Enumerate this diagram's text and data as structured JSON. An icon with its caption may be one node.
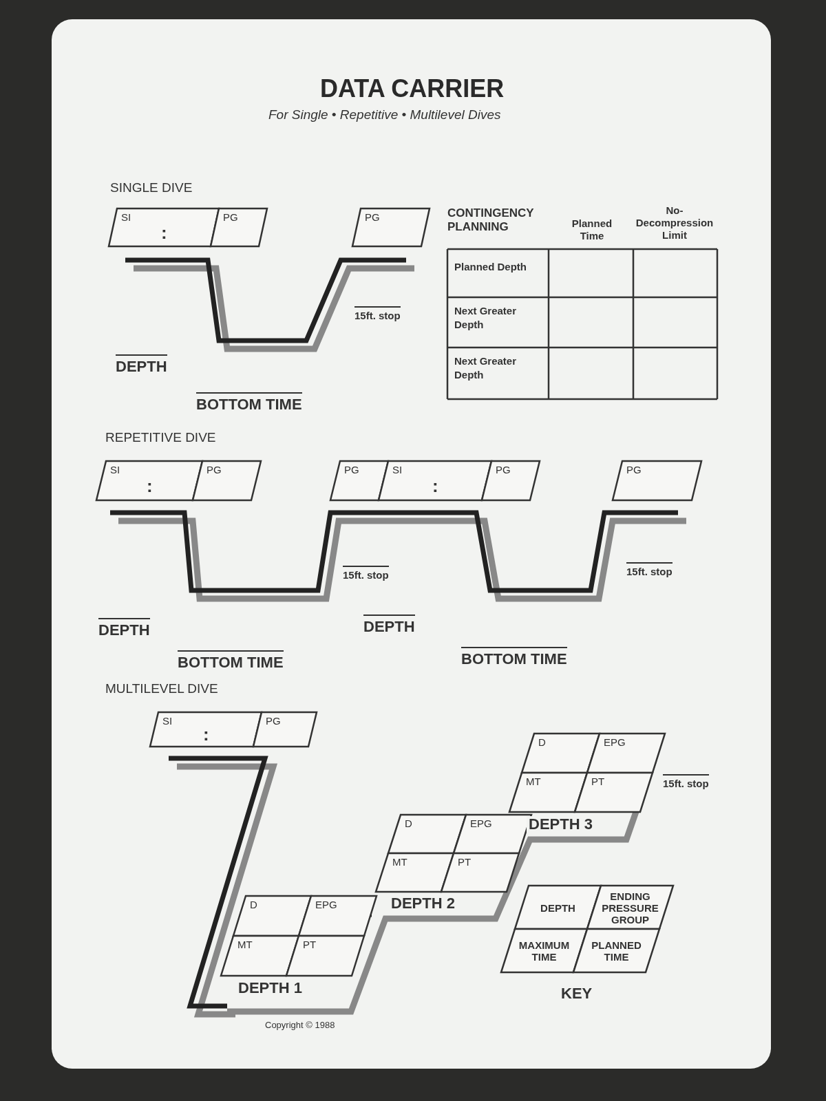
{
  "diagram": {
    "title": "DATA CARRIER",
    "nodes": [
      {
        "text": [
          "SI",
          ":"
        ]
      },
      {
        "text": [
          "PG"
        ]
      },
      {
        "text": [
          "PG"
        ]
      },
      {
        "text": [
          "SI",
          ":"
        ]
      },
      {
        "text": [
          "PG"
        ]
      },
      {
        "text": [
          "PG"
        ]
      },
      {
        "text": [
          "SI",
          ":"
        ]
      },
      {
        "text": [
          "PG"
        ]
      },
      {
        "text": [
          "PG"
        ]
      },
      {
        "text": [
          "SI",
          ":"
        ]
      },
      {
        "text": [
          "PG"
        ]
      },
      {
        "text": [
          "D"
        ]
      },
      {
        "text": [
          "EPG"
        ]
      },
      {
        "text": [
          "MT"
        ]
      },
      {
        "text": [
          "PT"
        ]
      },
      {
        "text": [
          "D"
        ]
      },
      {
        "text": [
          "EPG"
        ]
      },
      {
        "text": [
          "MT"
        ]
      },
      {
        "text": [
          "PT"
        ]
      },
      {
        "text": [
          "D"
        ]
      },
      {
        "text": [
          "EPG"
        ]
      },
      {
        "text": [
          "MT"
        ]
      },
      {
        "text": [
          "PT"
        ]
      },
      {
        "text": [
          "DEPTH"
        ]
      },
      {
        "text": [
          "ENDING PRESSURE GROUP"
        ]
      },
      {
        "text": [
          "MAXIMUM TIME"
        ]
      },
      {
        "text": [
          "PLANNED TIME"
        ]
      }
    ],
    "labels": [
      "For Single • Repetitive • Multilevel Dives",
      "SINGLE DIVE",
      "CONTINGENCY PLANNING",
      "Planned Time",
      "No-Decompression Limit",
      "Planned Depth",
      "Next Greater Depth",
      "Next Greater Depth",
      "15ft. stop",
      "DEPTH",
      "BOTTOM TIME",
      "REPETITIVE DIVE",
      "15ft. stop",
      "15ft. stop",
      "DEPTH",
      "DEPTH",
      "BOTTOM TIME",
      "BOTTOM TIME",
      "MULTILEVEL DIVE",
      "DEPTH 3",
      "15ft. stop",
      "DEPTH 2",
      "DEPTH 1",
      "KEY",
      "Copyright © 1988"
    ]
  }
}
